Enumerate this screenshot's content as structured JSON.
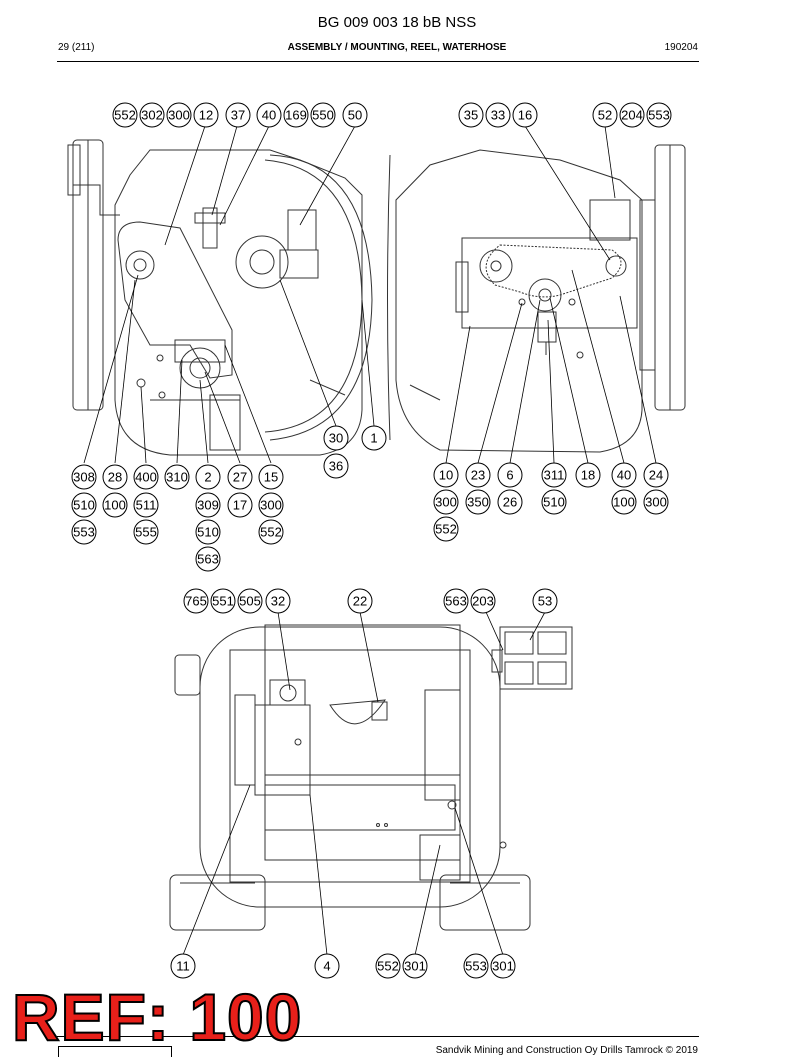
{
  "header": {
    "doc_id": "BG 009 003 18 bB NSS",
    "page": "29 (211)",
    "title": "ASSEMBLY / MOUNTING, REEL, WATERHOSE",
    "date_code": "190204"
  },
  "callouts": {
    "top_left_row": [
      "552",
      "302",
      "300",
      "12",
      "37",
      "40",
      "169",
      "550",
      "50"
    ],
    "top_right_row": [
      "35",
      "33",
      "16",
      "52",
      "204",
      "553"
    ],
    "mid_pair": [
      "30",
      "1",
      "36"
    ],
    "left_bottom_row1": [
      "308",
      "28",
      "400",
      "310",
      "2",
      "27",
      "15"
    ],
    "left_bottom_row2": [
      "510",
      "100",
      "511",
      "309",
      "17",
      "300"
    ],
    "left_bottom_row3": [
      "553",
      "555",
      "510",
      "552"
    ],
    "left_bottom_row4": [
      "563"
    ],
    "right_bottom_row1": [
      "10",
      "23",
      "6",
      "311",
      "18",
      "40",
      "24"
    ],
    "right_bottom_row2": [
      "300",
      "350",
      "26",
      "510",
      "100",
      "300"
    ],
    "right_bottom_row3": [
      "552"
    ],
    "bottom_view_top": [
      "765",
      "551",
      "505",
      "32",
      "22",
      "563",
      "203",
      "53"
    ],
    "bottom_view_bottom": [
      "11",
      "4",
      "552",
      "301",
      "553",
      "301"
    ]
  },
  "stamp": {
    "text": "REF: 100",
    "color": "#e8201a"
  },
  "footer": {
    "copyright": "Sandvik Mining and Construction Oy Drills Tamrock © 2019"
  }
}
